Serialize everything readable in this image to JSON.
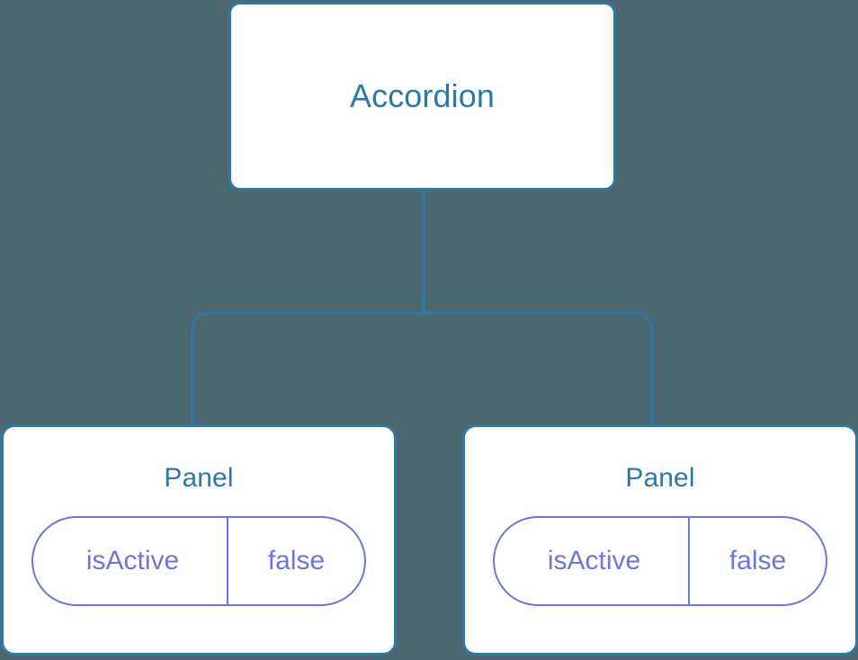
{
  "diagram": {
    "type": "component-tree",
    "background_color": "#4c676f",
    "node_border_color": "#2c79a8",
    "node_text_color": "#2c79a8",
    "node_fill_color": "#ffffff",
    "prop_color": "#6a77de",
    "connector_color": "#2c79a8"
  },
  "root": {
    "title": "Accordion"
  },
  "children": [
    {
      "title": "Panel",
      "prop": {
        "key": "isActive",
        "value": "false"
      }
    },
    {
      "title": "Panel",
      "prop": {
        "key": "isActive",
        "value": "false"
      }
    }
  ]
}
